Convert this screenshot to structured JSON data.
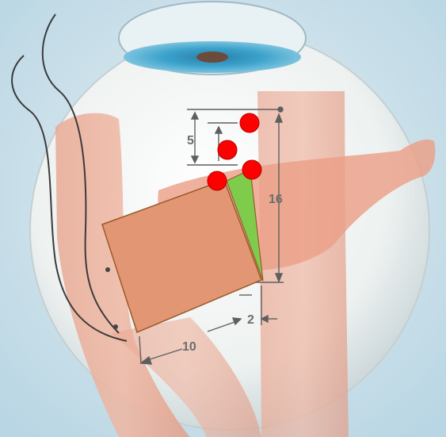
{
  "labels": {
    "dim_5": "5",
    "dim_small": "",
    "dim_16": "16",
    "dim_2": "2",
    "dim_10": "10"
  },
  "colors": {
    "background": "#c9dfe9",
    "eye_fill": "#eef2f1",
    "muscle": "#e7a08a",
    "cornea": "#3a9fc6",
    "overlay_square": "#e29674",
    "overlay_triangle": "#7fcc4c",
    "overlay_dot": "#ff0000"
  }
}
